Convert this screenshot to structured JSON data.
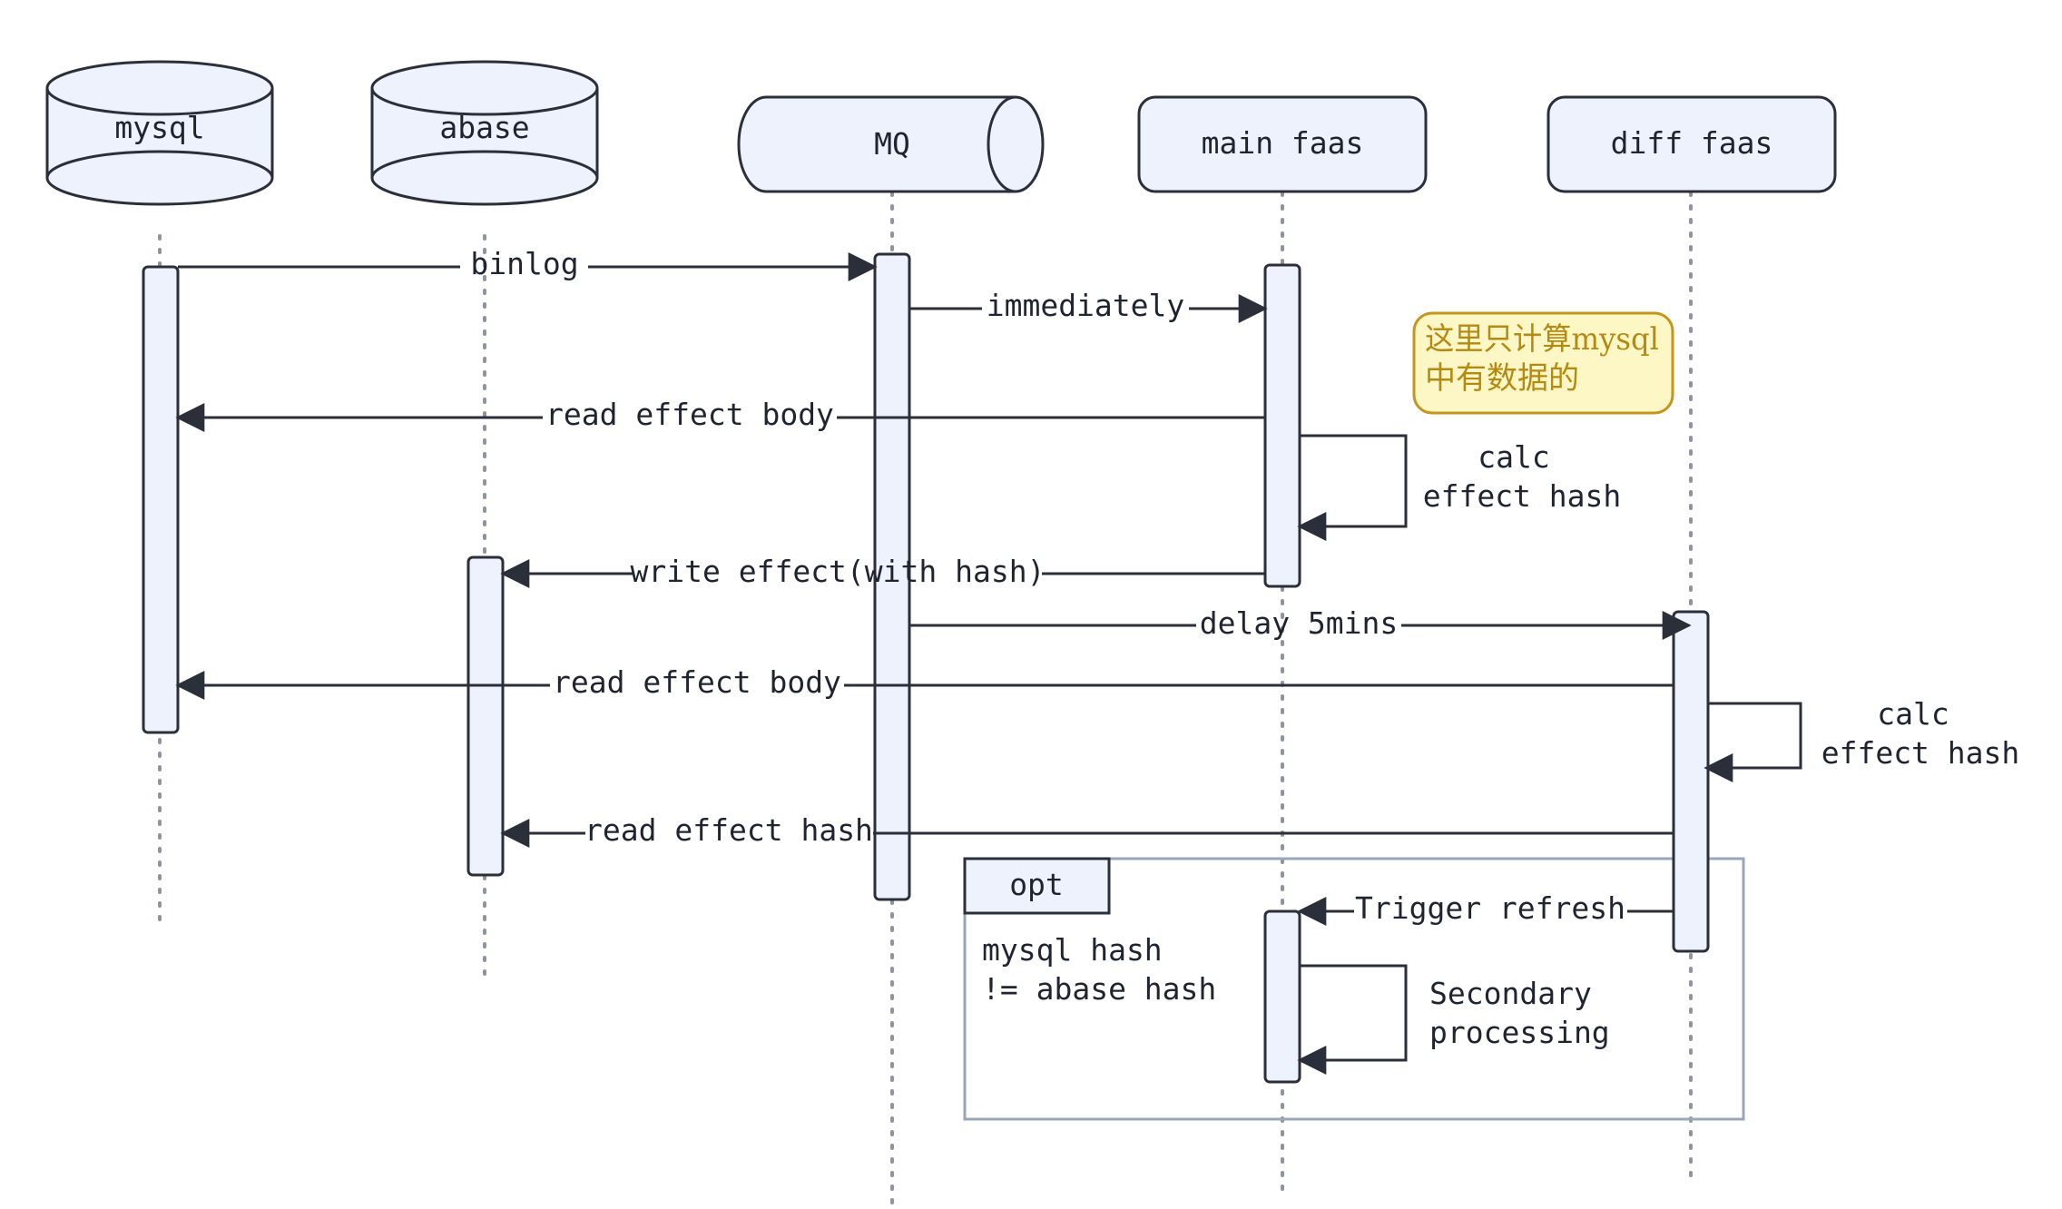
{
  "participants": {
    "mysql": "mysql",
    "abase": "abase",
    "mq": "MQ",
    "main_faas": "main faas",
    "diff_faas": "diff faas"
  },
  "messages": {
    "binlog": "binlog",
    "immediately": "immediately",
    "read_effect_body_1": "read effect body",
    "calc_hash_1_line1": "calc",
    "calc_hash_1_line2": "effect hash",
    "write_effect": "write effect(with hash)",
    "delay": "delay 5mins",
    "read_effect_body_2": "read effect body",
    "calc_hash_2_line1": "calc",
    "calc_hash_2_line2": "effect hash",
    "read_effect_hash": "read effect hash",
    "trigger_refresh": "Trigger refresh",
    "secondary_line1": "Secondary",
    "secondary_line2": "processing"
  },
  "note": {
    "line1": "这里只计算mysql",
    "line2": "中有数据的"
  },
  "fragment": {
    "label": "opt",
    "condition_line1": "mysql hash",
    "condition_line2": "!= abase hash"
  },
  "colors": {
    "actor_fill": "#eef2fd",
    "stroke": "#2b2f3a",
    "lifeline": "#8f94a0",
    "note_fill": "#fdf7c6",
    "note_border": "#c5961b",
    "fragment_border": "#9aa7b8"
  }
}
